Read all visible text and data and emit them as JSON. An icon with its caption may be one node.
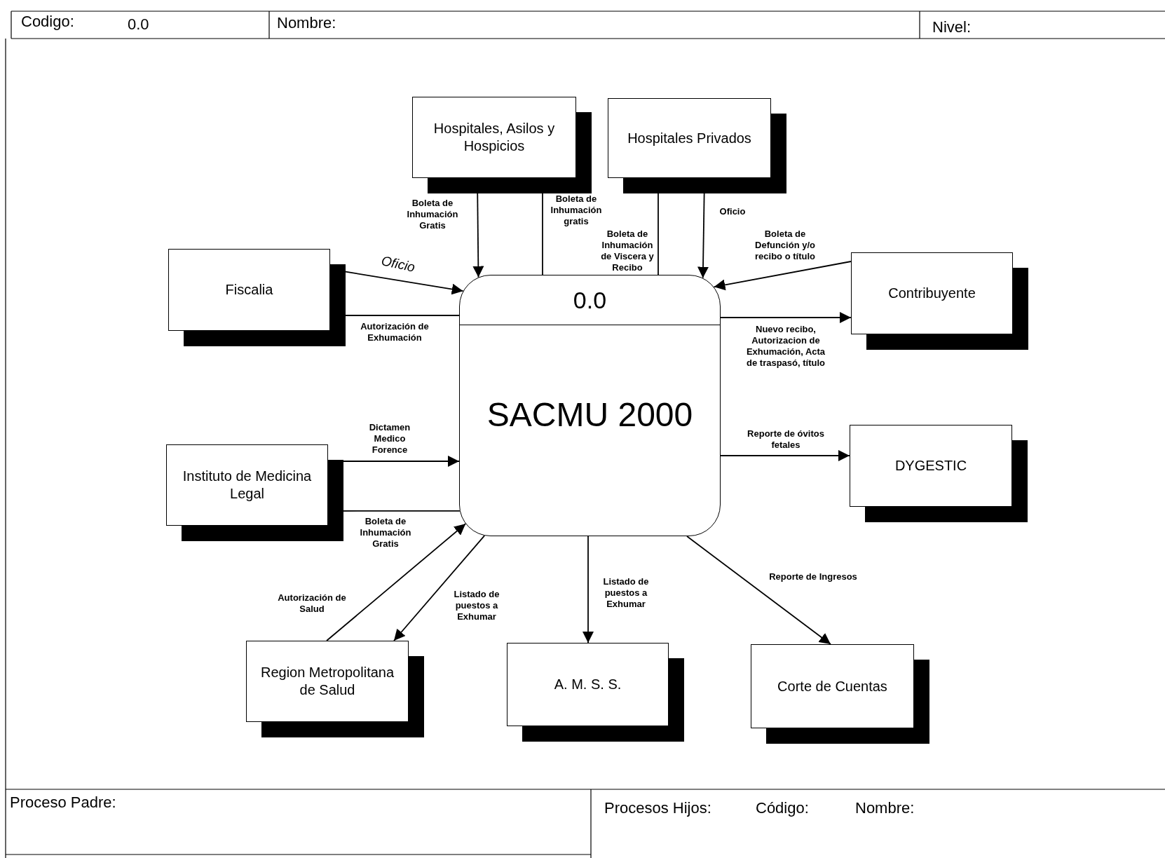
{
  "diagram": {
    "nodes": [
      {
        "text": [
          "Hospitales, Asilos y Hospicios"
        ]
      },
      {
        "text": [
          "Hospitales Privados"
        ]
      },
      {
        "text": [
          "Fiscalia"
        ]
      },
      {
        "text": [
          "Contribuyente"
        ]
      },
      {
        "text": [
          "0.0",
          "SACMU 2000"
        ]
      },
      {
        "text": [
          "Instituto de Medicina Legal"
        ]
      },
      {
        "text": [
          "DYGESTIC"
        ]
      },
      {
        "text": [
          "Region Metropolitana de Salud"
        ]
      },
      {
        "text": [
          "A. M. S. S."
        ]
      },
      {
        "text": [
          "Corte de Cuentas"
        ]
      }
    ],
    "edges": [
      {
        "from": 0,
        "to": 4,
        "arrow": "to",
        "label": "Boleta de Inhumación Gratis"
      },
      {
        "from": 0,
        "to": 4,
        "arrow": "none",
        "label": "Boleta de Inhumación gratis"
      },
      {
        "from": 1,
        "to": 4,
        "arrow": "none",
        "label": "Boleta de Inhumación de Viscera y Recibo"
      },
      {
        "from": 1,
        "to": 4,
        "arrow": "to",
        "label": "Oficio"
      },
      {
        "from": 3,
        "to": 4,
        "arrow": "to",
        "label": "Boleta de Defunción y/o recibo o título"
      },
      {
        "from": 2,
        "to": 4,
        "arrow": "to",
        "label": "Oficio"
      },
      {
        "from": 2,
        "to": 4,
        "arrow": "none",
        "label": "Autorización de Exhumación"
      },
      {
        "from": 4,
        "to": 3,
        "arrow": "to",
        "label": "Nuevo recibo, Autorizacion de Exhumación, Acta de traspasó, título"
      },
      {
        "from": 5,
        "to": 4,
        "arrow": "to",
        "label": "Dictamen Medico Forence"
      },
      {
        "from": 5,
        "to": 4,
        "arrow": "none",
        "label": "Boleta de Inhumación Gratis"
      },
      {
        "from": 4,
        "to": 6,
        "arrow": "to",
        "label": "Reporte de óvitos fetales"
      },
      {
        "from": 7,
        "to": 4,
        "arrow": "to",
        "label": "Autorización de Salud"
      },
      {
        "from": 4,
        "to": 7,
        "arrow": "to",
        "label": "Listado de puestos a Exhumar"
      },
      {
        "from": 4,
        "to": 8,
        "arrow": "to",
        "label": "Listado de puestos a Exhumar"
      },
      {
        "from": 4,
        "to": 9,
        "arrow": "to",
        "label": "Reporte de Ingresos"
      }
    ],
    "labels": [
      "Codigo:",
      "0.0",
      "Nombre:",
      "Nivel:",
      "Proceso Padre:",
      "Procesos Hijos:",
      "Código:",
      "Nombre:"
    ]
  }
}
